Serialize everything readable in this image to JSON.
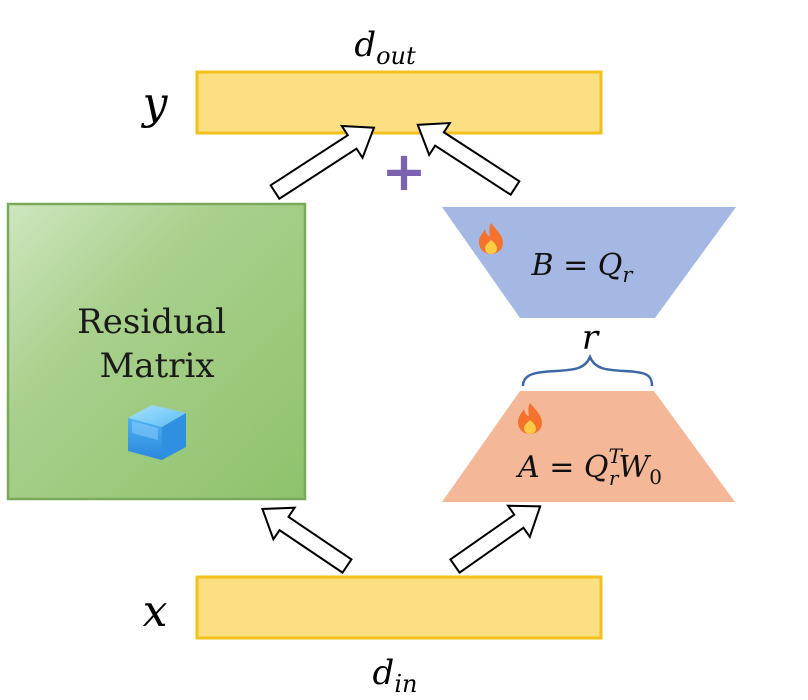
{
  "labels": {
    "d_out": {
      "base": "d",
      "sub": "out"
    },
    "d_in": {
      "base": "d",
      "sub": "in"
    },
    "y": "y",
    "x": "x",
    "plus": "+",
    "r": "r"
  },
  "residual": {
    "line1": "Residual",
    "line2": "Matrix",
    "icon": "frozen-ice-cube-icon"
  },
  "matrix_b": {
    "icon": "fire-icon",
    "lhs": "B",
    "eq": " = ",
    "q": "Q",
    "q_sub": "r"
  },
  "matrix_a": {
    "icon": "fire-icon",
    "lhs": "A",
    "eq": " = ",
    "q": "Q",
    "q_sup": "T",
    "q_sub": "r",
    "w": "W",
    "w_sub": "0"
  },
  "colors": {
    "bar_fill": "#fddf83",
    "bar_stroke": "#f3c01c",
    "residual_fill": "#9fcc80",
    "residual_stroke": "#7aa95c",
    "b_fill": "#a4b8e3",
    "a_fill": "#f4b797",
    "plus": "#7a62b0",
    "brace": "#3d68a8",
    "flame_outer": "#f4722b",
    "flame_inner": "#ffcb45",
    "cube": "#4aa8ee"
  }
}
